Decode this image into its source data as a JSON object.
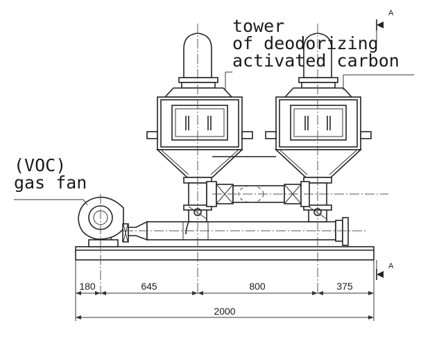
{
  "labels": {
    "tower_line1": "tower",
    "tower_line2": "of deodorizing",
    "tower_line3": "activated carbon",
    "fan_line1": "(VOC)",
    "fan_line2": "gas fan"
  },
  "section_marks": {
    "top": "A",
    "bottom": "A"
  },
  "dimensions": {
    "segments": [
      "180",
      "645",
      "800",
      "375"
    ],
    "total": "2000"
  }
}
